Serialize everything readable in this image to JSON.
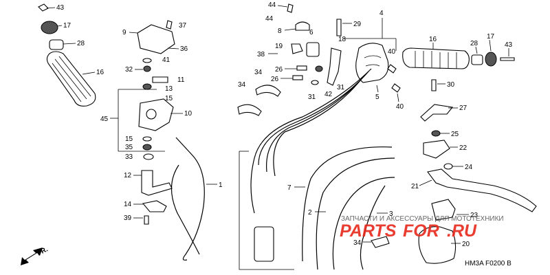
{
  "callouts": {
    "c43a": "43",
    "c17a": "17",
    "c28a": "28",
    "c16a": "16",
    "c9": "9",
    "c37": "37",
    "c36a": "36",
    "c41": "41",
    "c32": "32",
    "c11": "11",
    "c13": "13",
    "c15a": "15",
    "c10": "10",
    "c45": "45",
    "c15b": "15",
    "c35": "35",
    "c33": "33",
    "c12": "12",
    "c1": "1",
    "c14": "14",
    "c39": "39",
    "c44a": "44",
    "c44b": "44",
    "c8": "8",
    "c6": "6",
    "c29": "29",
    "c4": "4",
    "c19": "19",
    "c38": "38",
    "c18": "18",
    "c34a": "34",
    "c34b": "34",
    "c26a": "26",
    "c26b": "26",
    "c31a": "31",
    "c31b": "31",
    "c42": "42",
    "c40a": "40",
    "c40b": "40",
    "c5": "5",
    "c16b": "16",
    "c28b": "28",
    "c17b": "17",
    "c43b": "43",
    "c30": "30",
    "c27": "27",
    "c25": "25",
    "c22": "22",
    "c24": "24",
    "c21": "21",
    "c7": "7",
    "c2": "2",
    "c3": "3",
    "c23": "23",
    "c20": "20",
    "c34c": "34"
  },
  "watermark": {
    "top": "ЗАПЧАСТИ И АКСЕССУАРЫ ДЛЯ МОТОТЕХНИКИ",
    "brand_a": "PARTS",
    "brand_b": "FOR",
    "brand_c": ".RU"
  },
  "diagram_code": "HM3A F0200 B",
  "front_marker": "FR.",
  "colors": {
    "watermark_red": "#e8291c",
    "ink": "#000000"
  }
}
